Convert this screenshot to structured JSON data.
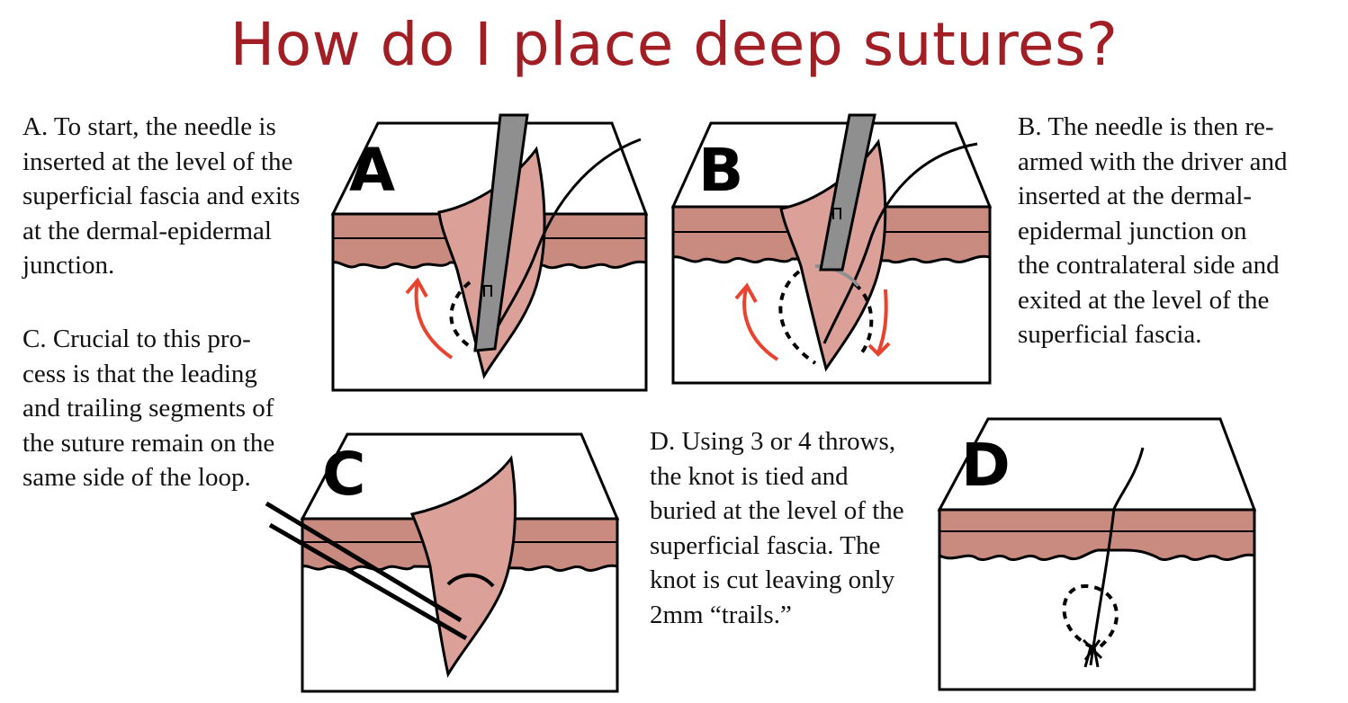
{
  "title": "How do I place deep sutures?",
  "panels": {
    "a": {
      "letter": "A",
      "caption": [
        "A. To start, the needle is",
        "inserted at the level of the",
        "superficial fascia and exits",
        "at the dermal-epidermal",
        "junction."
      ]
    },
    "b": {
      "letter": "B",
      "caption": [
        "B. The needle is then re-",
        "armed with the driver and",
        "inserted at the dermal-",
        "epidermal junction on",
        "the contralateral side and",
        "exited at the level of the",
        "superficial fascia."
      ]
    },
    "c": {
      "letter": "C",
      "caption": [
        "C. Crucial to this pro-",
        "cess is that the leading",
        "and trailing segments of",
        "the suture remain on the",
        "same side of the loop."
      ]
    },
    "d": {
      "letter": "D",
      "caption": [
        "D. Using 3 or 4 throws,",
        "the knot is tied and",
        "buried at the level of the",
        "superficial fascia. The",
        "knot is cut leaving only",
        "2mm “trails.”"
      ]
    }
  },
  "colors": {
    "title": "#a11f24",
    "dermis": "#c98a7f",
    "skin_flap": "#dba097",
    "instrument": "#8f8f8f",
    "direction_arrow": "#e8432f"
  }
}
